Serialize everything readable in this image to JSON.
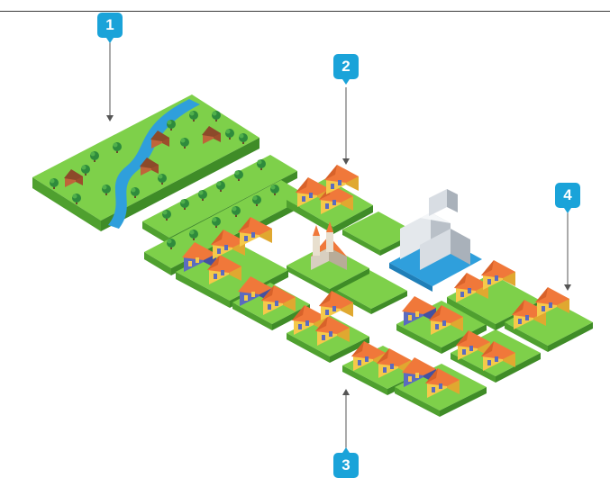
{
  "colors": {
    "badge": "#1aa3d9",
    "grass_top": "#7ed04a",
    "grass_side": "#4fa02f",
    "soil_side": "#3f8c27",
    "river": "#2f9fdc",
    "roof": "#f0783a",
    "wall_yellow": "#f5c94a",
    "wall_blue": "#5b6bbf",
    "tree": "#2e8b3c",
    "building": "#d8dde3"
  },
  "callouts": [
    {
      "label": "1"
    },
    {
      "label": "2"
    },
    {
      "label": "3"
    },
    {
      "label": "4"
    }
  ]
}
